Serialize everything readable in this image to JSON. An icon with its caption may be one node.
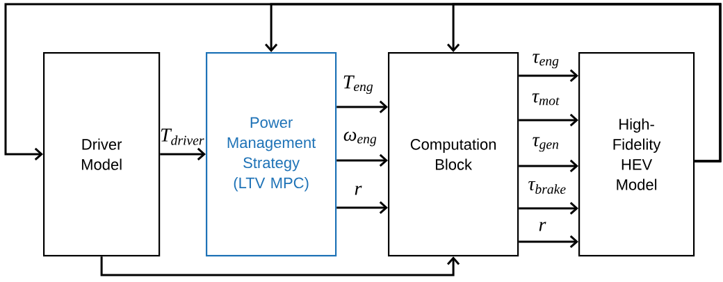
{
  "diagram": {
    "nodes": [
      {
        "text": [
          "Driver Model"
        ]
      },
      {
        "text": [
          "Power Management Strategy (LTV MPC)"
        ]
      },
      {
        "text": [
          "Computation Block"
        ]
      },
      {
        "text": [
          "High-Fidelity HEV Model"
        ]
      }
    ],
    "edges": [
      {
        "from": 3,
        "to": 0,
        "arrow": "to"
      },
      {
        "from": 3,
        "to": 1,
        "arrow": "to"
      },
      {
        "from": 3,
        "to": 2,
        "arrow": "to"
      },
      {
        "from": 0,
        "to": 1,
        "arrow": "to",
        "label": "T$_{driver}$"
      },
      {
        "from": 0,
        "to": 2,
        "arrow": "to"
      },
      {
        "from": 1,
        "to": 2,
        "arrow": "to",
        "label": "T$_{eng}$"
      },
      {
        "from": 1,
        "to": 2,
        "arrow": "to",
        "label": "ω$_{eng}$"
      },
      {
        "from": 1,
        "to": 2,
        "arrow": "to",
        "label": "r"
      },
      {
        "from": 2,
        "to": 3,
        "arrow": "to",
        "label": "τ$_{eng}$"
      },
      {
        "from": 2,
        "to": 3,
        "arrow": "to",
        "label": "τ$_{mot}$"
      },
      {
        "from": 2,
        "to": 3,
        "arrow": "to",
        "label": "τ$_{gen}$"
      },
      {
        "from": 2,
        "to": 3,
        "arrow": "to",
        "label": "τ$_{brake}$"
      },
      {
        "from": 2,
        "to": 3,
        "arrow": "to",
        "label": "r"
      }
    ]
  }
}
